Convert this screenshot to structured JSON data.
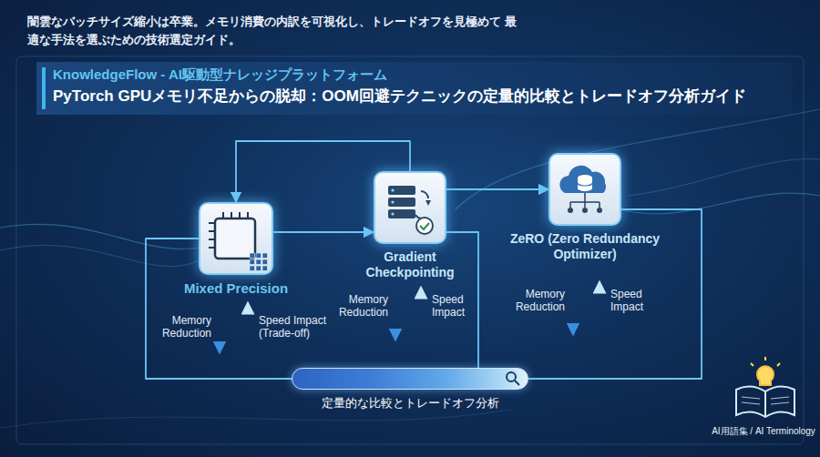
{
  "diagram": {
    "title": "PyTorch GPUメモリ不足からの脱却：OOM回避テクニックの定量的比較とトレードオフ分析ガイド",
    "nodes": [
      {
        "text": [
          "Mixed Precision"
        ]
      },
      {
        "text": [
          "Gradient Checkpointing"
        ]
      },
      {
        "text": [
          "ZeRO (Zero Redundancy Optimizer)"
        ]
      },
      {
        "text": [
          "定量的な比較とトレードオフ分析"
        ]
      }
    ],
    "edges": [
      {
        "from": 0,
        "to": 1,
        "arrow": "to"
      },
      {
        "from": 1,
        "to": 0,
        "arrow": "to"
      },
      {
        "from": 1,
        "to": 2,
        "arrow": "to"
      },
      {
        "from": 0,
        "to": 3,
        "arrow": "none"
      },
      {
        "from": 1,
        "to": 3,
        "arrow": "none"
      },
      {
        "from": 2,
        "to": 3,
        "arrow": "none"
      }
    ],
    "labels": [
      "闇雲なバッチサイズ縮小は卒業。メモリ消費の内訳を可視化し、トレードオフを見極めて 最適な手法を選ぶための技術選定ガイド。",
      "KnowledgeFlow - AI駆動型ナレッジプラットフォーム",
      "GPU",
      "Memory Reduction",
      "Speed Impact (Trade-off)",
      "Memory Reduction",
      "Speed Impact",
      "Memory Reduction",
      "Speed Impact",
      "AI用語集 / AI Terminology"
    ]
  }
}
